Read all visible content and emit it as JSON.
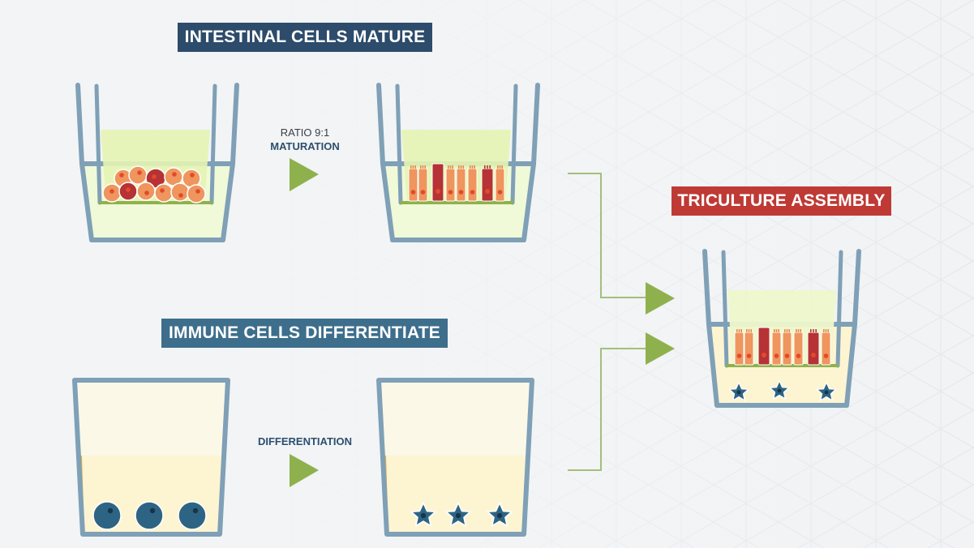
{
  "labels": {
    "intestinal": "INTESTINAL CELLS MATURE",
    "immune": "IMMUNE CELLS DIFFERENTIATE",
    "triculture": "TRICULTURE ASSEMBLY"
  },
  "steps": {
    "ratio": "RATIO 9:1",
    "maturation": "MATURATION",
    "differentiation": "DIFFERENTIATION"
  },
  "colors": {
    "navy_label": "#2d4b6b",
    "blue_label": "#3d6e8c",
    "red_label": "#bf3a35",
    "well_frame": "#7fa0b6",
    "arrow_green": "#8fb14d",
    "connector_green": "#a3bf79",
    "ratio_text": "#3a3f46",
    "step_text": "#2c4f6e"
  }
}
